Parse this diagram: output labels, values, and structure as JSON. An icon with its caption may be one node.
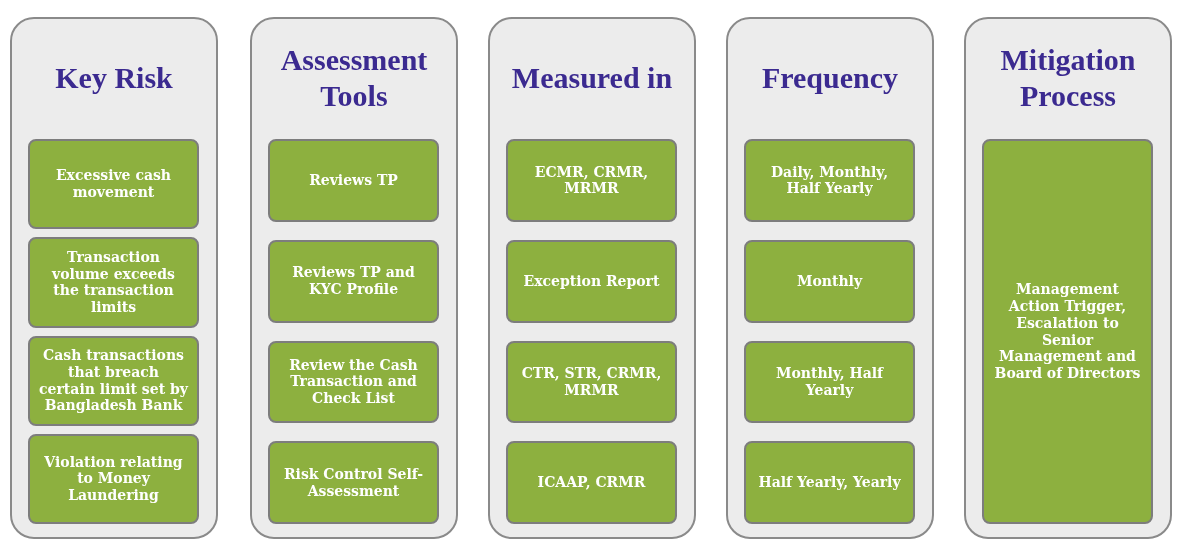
{
  "diagram": {
    "nodes": [
      {
        "text": [
          "Key Risk"
        ]
      },
      {
        "text": [
          "Excessive cash movement"
        ],
        "in": 0
      },
      {
        "text": [
          "Transaction volume exceeds the transaction limits"
        ],
        "in": 0
      },
      {
        "text": [
          "Cash transactions that breach certain limit set by Bangladesh Bank"
        ],
        "in": 0
      },
      {
        "text": [
          "Violation relating to Money Laundering"
        ],
        "in": 0
      },
      {
        "text": [
          "Assessment Tools"
        ]
      },
      {
        "text": [
          "Reviews TP"
        ],
        "in": 5
      },
      {
        "text": [
          "Reviews TP and KYC Profile"
        ],
        "in": 5
      },
      {
        "text": [
          "Review the Cash Transaction and Check List"
        ],
        "in": 5
      },
      {
        "text": [
          "Risk Control Self-Assessment"
        ],
        "in": 5
      },
      {
        "text": [
          "Measured in"
        ]
      },
      {
        "text": [
          "ECMR, CRMR, MRMR"
        ],
        "in": 10
      },
      {
        "text": [
          "Exception Report"
        ],
        "in": 10
      },
      {
        "text": [
          "CTR, STR, CRMR, MRMR"
        ],
        "in": 10
      },
      {
        "text": [
          "ICAAP, CRMR"
        ],
        "in": 10
      },
      {
        "text": [
          "Frequency"
        ]
      },
      {
        "text": [
          "Daily, Monthly, Half Yearly"
        ],
        "in": 15
      },
      {
        "text": [
          "Monthly"
        ],
        "in": 15
      },
      {
        "text": [
          "Monthly, Half Yearly"
        ],
        "in": 15
      },
      {
        "text": [
          "Half Yearly, Yearly"
        ],
        "in": 15
      },
      {
        "text": [
          "Mitigation Process"
        ]
      },
      {
        "text": [
          "Management Action Trigger, Escalation to Senior Management and Board of Directors"
        ],
        "in": 20
      }
    ],
    "edges": []
  }
}
